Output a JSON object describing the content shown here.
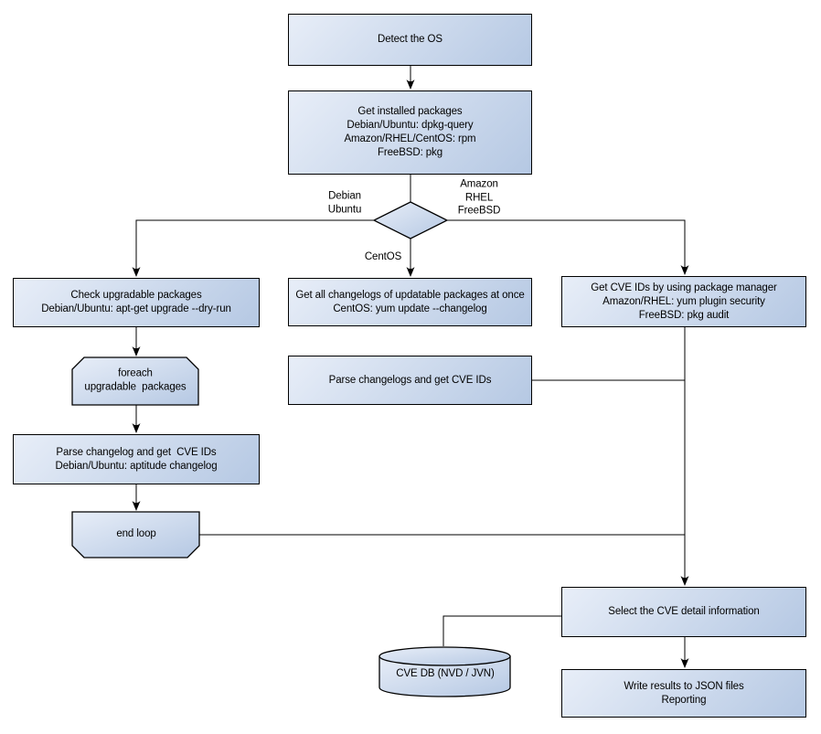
{
  "colors": {
    "node_gradient_start": "#e8eef8",
    "node_gradient_end": "#b5c8e3",
    "stroke": "#000000",
    "background": "#ffffff"
  },
  "nodes": {
    "detect_os": {
      "label": "Detect the OS"
    },
    "get_installed_packages": {
      "label": "Get installed packages\nDebian/Ubuntu: dpkg-query\nAmazon/RHEL/CentOS: rpm\nFreeBSD: pkg"
    },
    "check_upgradable_packages": {
      "label": "Check upgradable packages\nDebian/Ubuntu: apt-get upgrade --dry-run"
    },
    "foreach_loop_start": {
      "label": "foreach\nupgradable  packages"
    },
    "parse_changelog_debian": {
      "label": "Parse changelog and get  CVE IDs\nDebian/Ubuntu: aptitude changelog"
    },
    "end_loop": {
      "label": "end loop"
    },
    "get_all_changelogs": {
      "label": "Get all changelogs of updatable packages at once\nCentOS: yum update --changelog"
    },
    "parse_changelogs_centos": {
      "label": "Parse changelogs and get CVE IDs"
    },
    "get_cve_ids_pkg_manager": {
      "label": "Get CVE IDs by using package manager\nAmazon/RHEL: yum plugin security\nFreeBSD: pkg audit"
    },
    "select_cve_detail": {
      "label": "Select the CVE detail information"
    },
    "cve_db": {
      "label": "CVE DB (NVD / JVN)"
    },
    "write_results": {
      "label": "Write results to JSON files\nReporting"
    }
  },
  "branch_labels": {
    "left": "Debian\nUbuntu",
    "right": "Amazon\nRHEL\nFreeBSD",
    "bottom": "CentOS"
  }
}
